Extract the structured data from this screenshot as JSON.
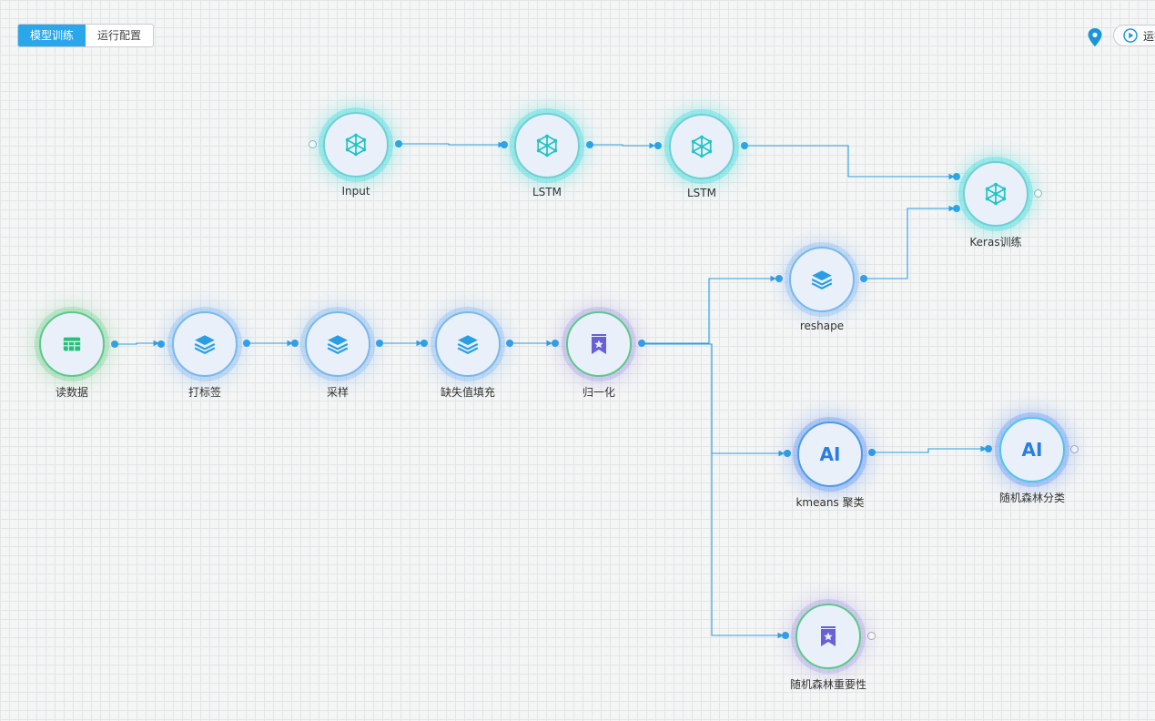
{
  "tabs": [
    {
      "label": "模型训练",
      "active": true
    },
    {
      "label": "运行配置",
      "active": false
    }
  ],
  "toolbar": {
    "run_label": "运行",
    "location_icon": "map-pin-icon",
    "run_icon": "play-circle-icon"
  },
  "colors": {
    "accent": "#2aa7ea",
    "edge": "#2a9ee4",
    "teal_glow": "#40dede",
    "green_border": "#5dc98a"
  },
  "nodes": {
    "input": {
      "label": "Input",
      "icon": "network-icon"
    },
    "lstm1": {
      "label": "LSTM",
      "icon": "network-icon"
    },
    "lstm2": {
      "label": "LSTM",
      "icon": "network-icon"
    },
    "keras": {
      "label": "Keras训练",
      "icon": "network-icon"
    },
    "reshape": {
      "label": "reshape",
      "icon": "layers-icon"
    },
    "read": {
      "label": "读数据",
      "icon": "table-icon"
    },
    "tag": {
      "label": "打标签",
      "icon": "layers-icon"
    },
    "sample": {
      "label": "采样",
      "icon": "layers-icon"
    },
    "fill": {
      "label": "缺失值填充",
      "icon": "layers-icon"
    },
    "norm": {
      "label": "归一化",
      "icon": "bookmark-star-icon"
    },
    "kmeans": {
      "label": "kmeans 聚类",
      "icon_text": "AI"
    },
    "rfc": {
      "label": "随机森林分类",
      "icon_text": "AI"
    },
    "rfi": {
      "label": "随机森林重要性",
      "icon": "bookmark-star-icon"
    }
  }
}
